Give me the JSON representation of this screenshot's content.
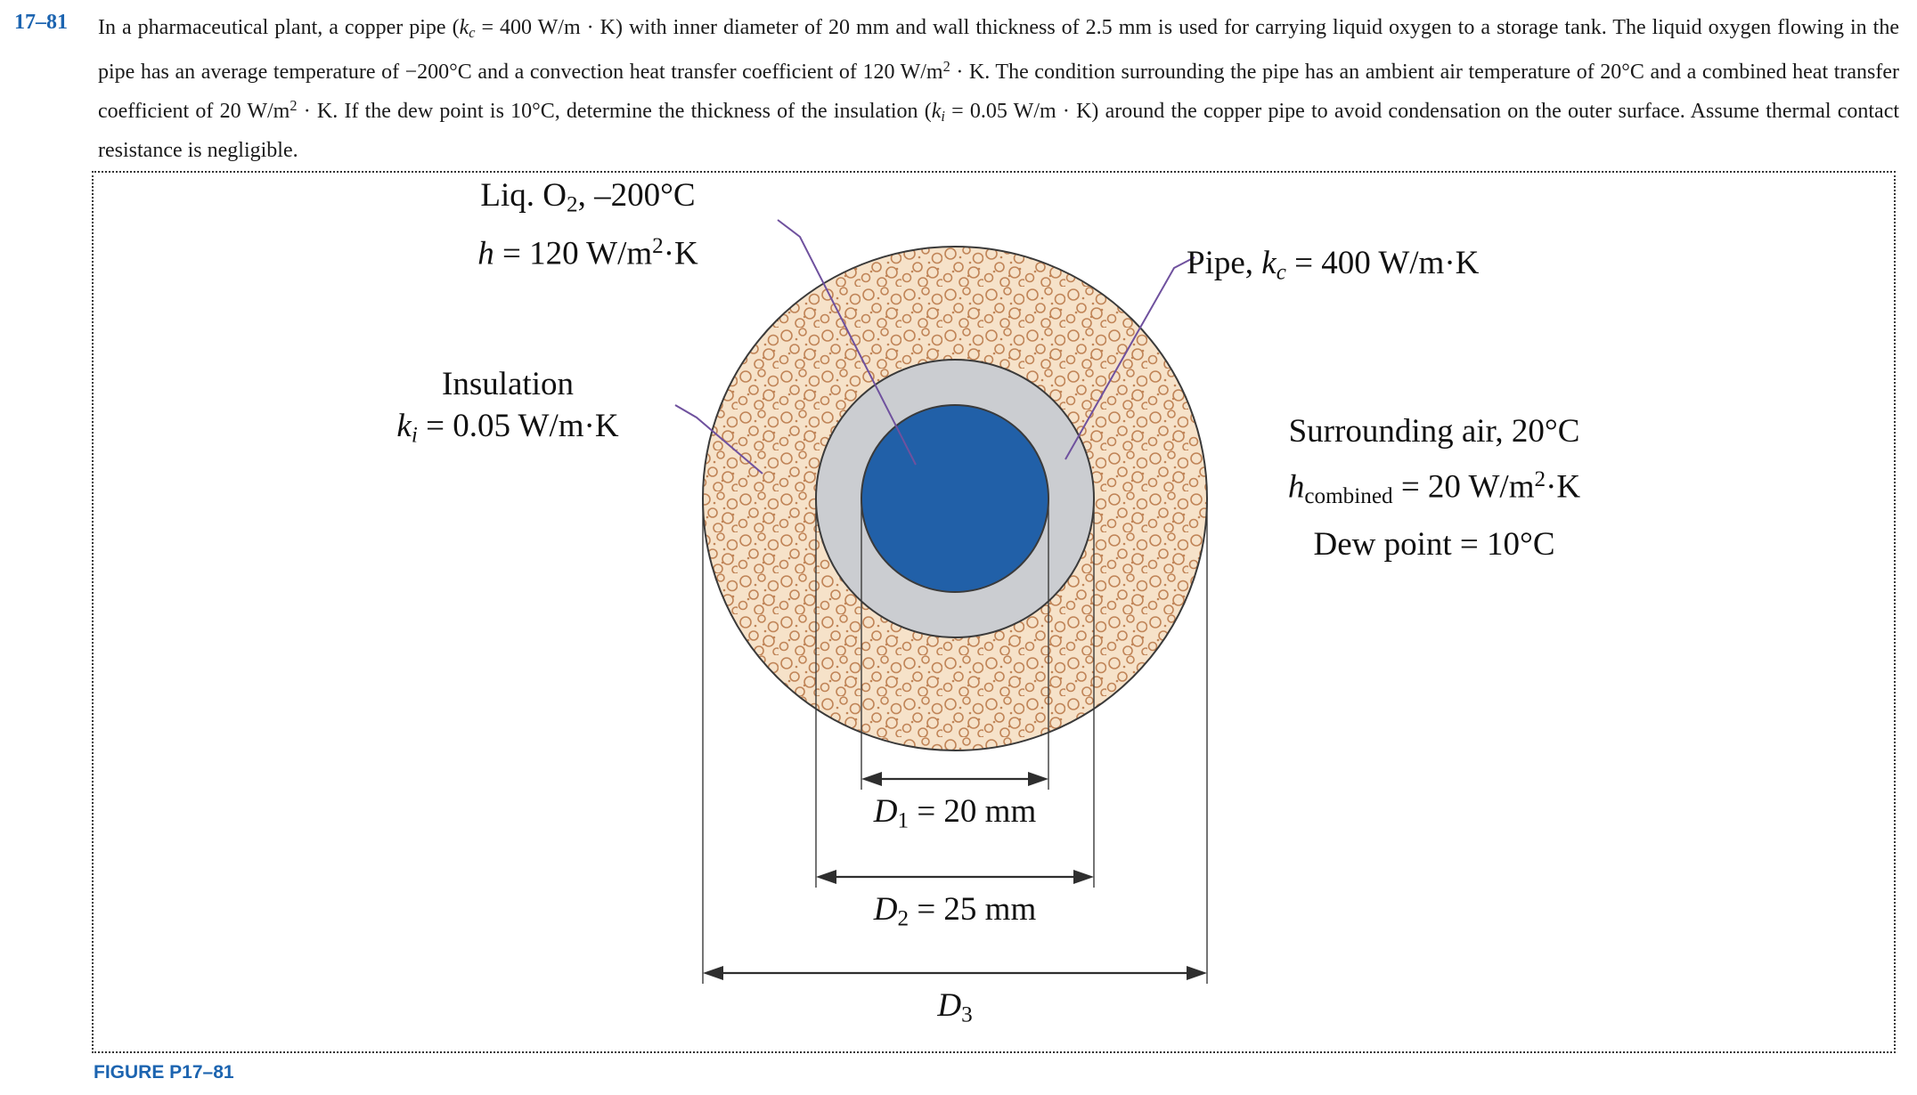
{
  "colors": {
    "accent_blue": "#1c64b0",
    "oxygen_blue": "#2160a8",
    "pipe_gray": "#cbcdd1",
    "insulation_bg": "#f6e2c9",
    "insulation_speckle": "#c08457",
    "leader_purple": "#6f519e",
    "line_dark": "#2e2e2e"
  },
  "problem": {
    "number": "17–81",
    "statement": [
      {
        "t": "In a pharmaceutical plant, a copper pipe ("
      },
      {
        "t": "k",
        "s": "i"
      },
      {
        "t": "c",
        "s": "isub"
      },
      {
        "t": " = 400 W/m · K) with inner diameter of 20 mm and wall thickness of 2.5 mm is used for carrying liquid oxygen to a storage tank. The liquid oxygen flowing in the pipe has an average temperature of −200°C and a convection heat transfer coefficient of 120 W/m"
      },
      {
        "t": "2",
        "s": "sup"
      },
      {
        "t": " · K. The condition surrounding the pipe has an ambient air temperature of 20°C and a combined heat transfer coefficient of 20 W/m"
      },
      {
        "t": "2",
        "s": "sup"
      },
      {
        "t": " · K. If the dew point is 10°C, determine the thickness of the insulation ("
      },
      {
        "t": "k",
        "s": "i"
      },
      {
        "t": "i",
        "s": "isub"
      },
      {
        "t": " = 0.05 W/m · K) around the copper pipe to avoid condensation on the outer surface. Assume thermal contact resistance is negligible."
      }
    ]
  },
  "figure": {
    "caption": "FIGURE P17–81",
    "labels": {
      "liq_o2_line1": [
        {
          "t": "Liq. O"
        },
        {
          "t": "2",
          "s": "sub"
        },
        {
          "t": ", –200°C"
        }
      ],
      "liq_o2_line2": [
        {
          "t": "h",
          "s": "i"
        },
        {
          "t": " = 120 W/m"
        },
        {
          "t": "2",
          "s": "sup"
        },
        {
          "t": "·K"
        }
      ],
      "insulation_line1": [
        {
          "t": "Insulation"
        }
      ],
      "insulation_line2": [
        {
          "t": "k",
          "s": "i"
        },
        {
          "t": "i",
          "s": "isub"
        },
        {
          "t": " = 0.05 W/m·K"
        }
      ],
      "pipe": [
        {
          "t": "Pipe, "
        },
        {
          "t": "k",
          "s": "i"
        },
        {
          "t": "c",
          "s": "isub"
        },
        {
          "t": " = 400 W/m·K"
        }
      ],
      "surrounding_line1": [
        {
          "t": "Surrounding air, 20°C"
        }
      ],
      "surrounding_line2": [
        {
          "t": "h",
          "s": "i"
        },
        {
          "t": "combined",
          "s": "sub"
        },
        {
          "t": " = 20 W/m"
        },
        {
          "t": "2",
          "s": "sup"
        },
        {
          "t": "·K"
        }
      ],
      "surrounding_line3": [
        {
          "t": "Dew point = 10°C"
        }
      ],
      "d1": [
        {
          "t": "D",
          "s": "i"
        },
        {
          "t": "1",
          "s": "sub"
        },
        {
          "t": " = 20 mm"
        }
      ],
      "d2": [
        {
          "t": "D",
          "s": "i"
        },
        {
          "t": "2",
          "s": "sub"
        },
        {
          "t": " = 25 mm"
        }
      ],
      "d3": [
        {
          "t": "D",
          "s": "i"
        },
        {
          "t": "3",
          "s": "sub"
        }
      ]
    }
  }
}
